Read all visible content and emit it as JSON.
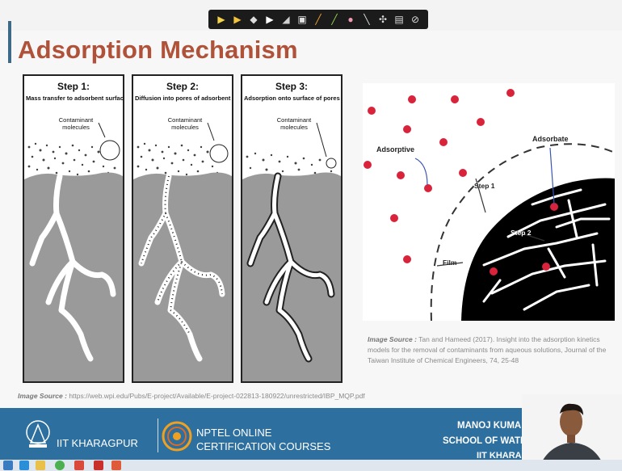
{
  "slide": {
    "title": "Adsorption Mechanism"
  },
  "toolbar": {
    "icons": [
      "pointer-arrow-icon",
      "pointer-arrow-icon",
      "eraser-icon",
      "pointer-arrow-icon",
      "highlighter-icon",
      "shapes-icon",
      "pen-icon",
      "pen-icon",
      "eraser-icon",
      "line-icon",
      "move-icon",
      "screen-icon",
      "clear-icon"
    ]
  },
  "steps": [
    {
      "title": "Step 1:",
      "subtitle": "Mass transfer to adsorbent surface",
      "label": "Contaminant molecules"
    },
    {
      "title": "Step 2:",
      "subtitle": "Diffusion into pores of adsorbent",
      "label": "Contaminant molecules"
    },
    {
      "title": "Step 3:",
      "subtitle": "Adsorption onto surface of pores",
      "label": "Contaminant molecules"
    }
  ],
  "right_figure": {
    "labels": {
      "adsorptive": "Adsorptive",
      "adsorbate": "Adsorbate",
      "step1": "Step 1",
      "step2": "Step 2",
      "film": "Film"
    },
    "colors": {
      "molecule": "#d9233b",
      "adsorbent": "#000000"
    }
  },
  "sources": {
    "right": {
      "label": "Image Source :",
      "text": "Tan and Hameed (2017). Insight into the adsorption kinetics models for the removal of contaminants from aqueous solutions, Journal of the Taiwan Institute of Chemical Engineers, 74, 25-48"
    },
    "left": {
      "label": "Image Source :",
      "text": "https://web.wpi.edu/Pubs/E-project/Available/E-project-022813-180922/unrestricted/IBP_MQP.pdf"
    }
  },
  "footer": {
    "institute": "IIT KHARAGPUR",
    "nptel_line1": "NPTEL ONLINE",
    "nptel_line2": "CERTIFICATION COURSES",
    "presenter_line1": "MANOJ KUMA",
    "presenter_line2": "SCHOOL OF WATEI",
    "presenter_line3": "IIT KHARA",
    "color": "#2d6f9e"
  },
  "colors": {
    "title": "#b0523a",
    "accent": "#3d6a86"
  }
}
